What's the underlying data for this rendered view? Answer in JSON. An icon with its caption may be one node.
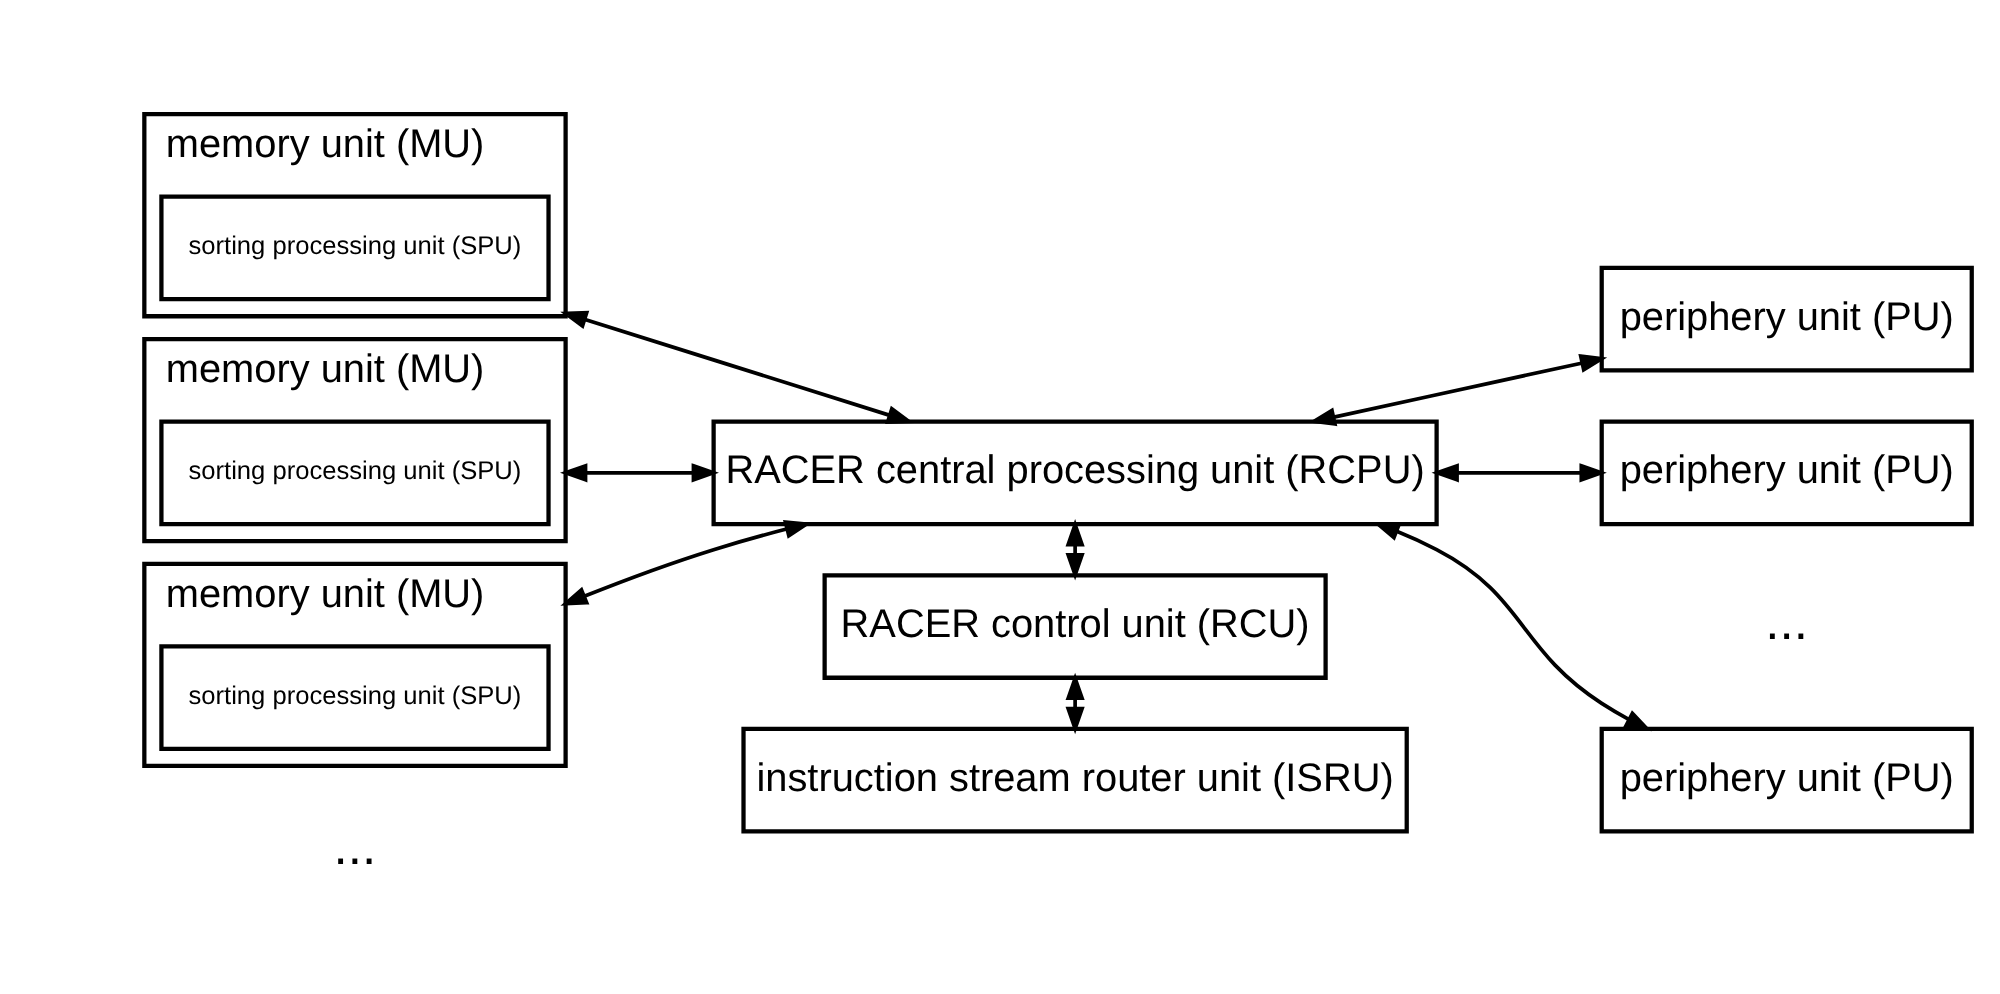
{
  "diagram": {
    "nodes": [
      {
        "text": [
          "memory unit (MU)"
        ]
      },
      {
        "text": [
          "sorting processing unit (SPU)"
        ],
        "in": 0
      },
      {
        "text": [
          "RACER central processing unit (RCPU)"
        ]
      },
      {
        "text": [
          "periphery unit (PU)"
        ]
      },
      {
        "text": [
          "memory unit (MU)"
        ]
      },
      {
        "text": [
          "sorting processing unit (SPU)"
        ],
        "in": 4
      },
      {
        "text": [
          "periphery unit (PU)"
        ]
      },
      {
        "text": [
          "memory unit (MU)"
        ]
      },
      {
        "text": [
          "sorting processing unit (SPU)"
        ],
        "in": 7
      },
      {
        "text": [
          "periphery unit (PU)"
        ]
      },
      {
        "text": [
          "RACER control unit (RCU)"
        ]
      },
      {
        "text": [
          "instruction stream router unit (ISRU)"
        ]
      }
    ],
    "edges": [
      {
        "from": 0,
        "to": 2,
        "arrow": "both"
      },
      {
        "from": 4,
        "to": 2,
        "arrow": "both"
      },
      {
        "from": 7,
        "to": 2,
        "arrow": "both"
      },
      {
        "from": 2,
        "to": 3,
        "arrow": "both"
      },
      {
        "from": 2,
        "to": 6,
        "arrow": "both"
      },
      {
        "from": 2,
        "to": 9,
        "arrow": "both"
      },
      {
        "from": 2,
        "to": 10,
        "arrow": "both"
      },
      {
        "from": 10,
        "to": 11,
        "arrow": "both"
      }
    ],
    "labels": [
      "...",
      "..."
    ]
  }
}
